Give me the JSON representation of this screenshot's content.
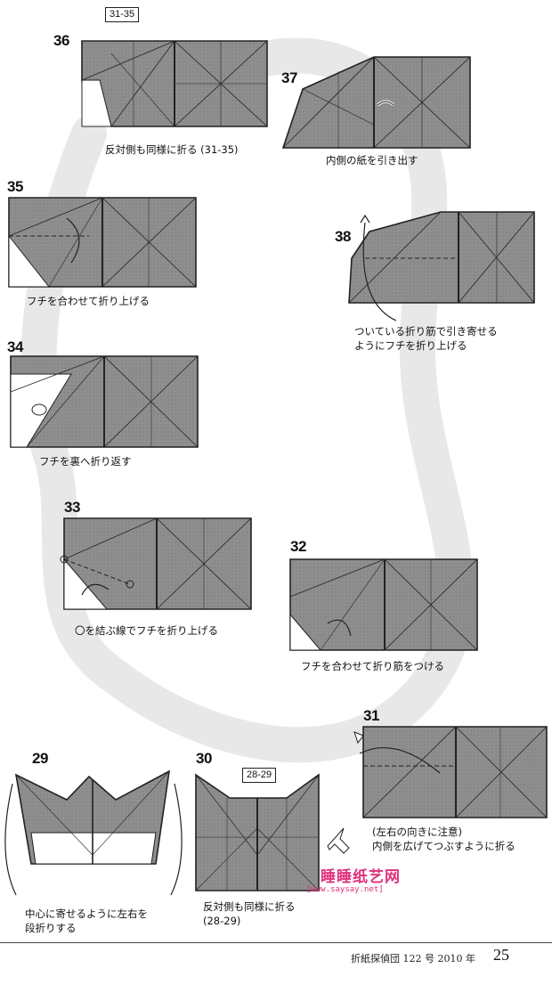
{
  "steps": [
    {
      "number": "36",
      "ref": "31-35",
      "caption": "反対側も同様に折る (31-35)"
    },
    {
      "number": "37",
      "caption": "内側の紙を引き出す"
    },
    {
      "number": "35",
      "caption": "フチを合わせて折り上げる"
    },
    {
      "number": "38",
      "caption_lines": [
        "ついている折り筋で引き寄せる",
        "ようにフチを折り上げる"
      ]
    },
    {
      "number": "34",
      "caption": "フチを裏へ折り返す"
    },
    {
      "number": "33",
      "caption": "〇を結ぶ線でフチを折り上げる"
    },
    {
      "number": "32",
      "caption": "フチを合わせて折り筋をつける"
    },
    {
      "number": "31",
      "caption_lines": [
        "(左右の向きに注意)",
        "内側を広げてつぶすように折る"
      ]
    },
    {
      "number": "29",
      "caption_lines": [
        "中心に寄せるように左右を",
        "段折りする"
      ]
    },
    {
      "number": "30",
      "ref": "28-29",
      "caption_lines": [
        "反対側も同様に折る",
        "(28-29)"
      ]
    }
  ],
  "footer": {
    "text": "折紙探偵団 122 号 2010 年",
    "page": "25"
  },
  "watermark": {
    "site_cn": "睡睡纸艺网",
    "url": "[www.saysay.net]"
  },
  "colors": {
    "paper": "#8a8a8a",
    "paper_dark": "#6f6f6f",
    "path": "#e6e6e6",
    "line": "#222222"
  }
}
